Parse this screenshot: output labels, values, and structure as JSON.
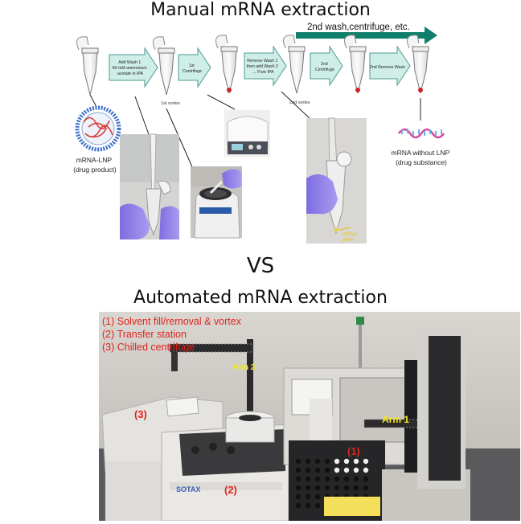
{
  "manual": {
    "title": "Manual mRNA extraction",
    "banner": "2nd wash,centrifuge, etc.",
    "steps": {
      "add_wash": [
        "Add Wash 1",
        "60 mM ammonium",
        "acetate in IPA"
      ],
      "centrifuge1": [
        "1st",
        "Centrifuge"
      ],
      "remove_wash": [
        "Remove Wash 1",
        "then add Wash 2",
        "→ Pure IPA"
      ],
      "centrifuge2": [
        "2nd",
        "Centrifuge"
      ],
      "remove_wash2": [
        "2nd Remove Wash"
      ]
    },
    "vortex1": "1st vortex",
    "vortex2": "2nd vortex",
    "lnp_label": [
      "mRNA-LNP",
      "(drug product)"
    ],
    "mrna_label": [
      "mRNA without LNP",
      "(drug substance)"
    ],
    "pellet_label": [
      "mRNA",
      "pellet"
    ]
  },
  "vs": "VS",
  "automated": {
    "title": "Automated mRNA extraction",
    "legend": [
      "(1)  Solvent fill/removal & vortex",
      "(2)   Transfer station",
      "(3)   Chilled centrifuge"
    ],
    "labels": {
      "arm1": "Arm 1",
      "arm2": "Arm 2",
      "n1": "(1)",
      "n2": "(2)",
      "n3": "(3)",
      "brand": "SOTAX"
    }
  },
  "colors": {
    "arrow_fill": "#cfeee8",
    "arrow_stroke": "#4a9a8c",
    "banner": "#0f7f6c",
    "legend_red": "#e0241b",
    "arm_yellow": "#f4e81c"
  }
}
